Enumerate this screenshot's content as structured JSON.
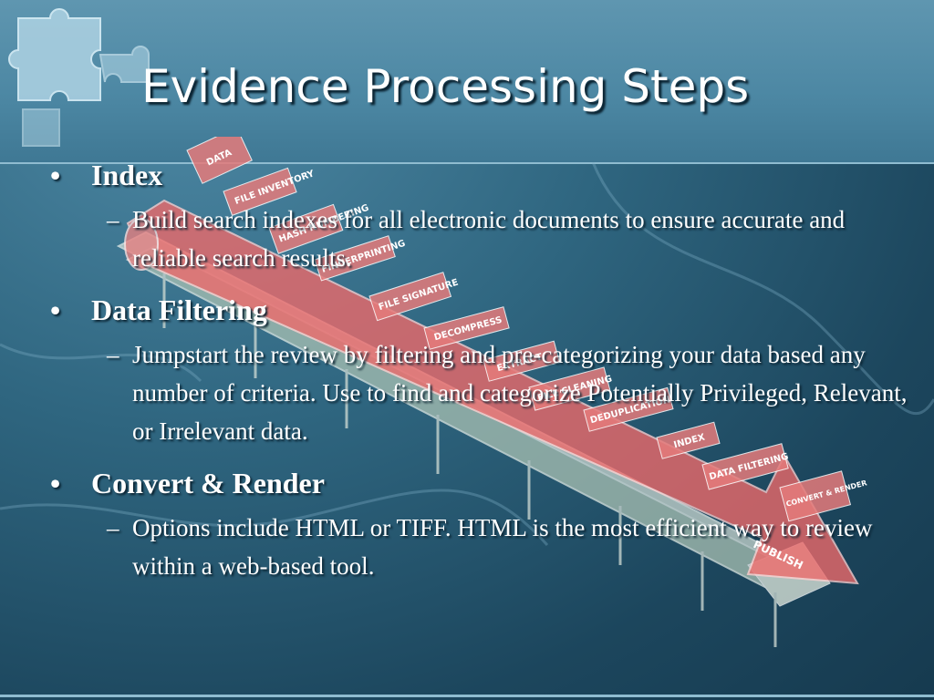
{
  "slide": {
    "title": "Evidence Processing Steps",
    "bullets": [
      {
        "heading": "Index",
        "sub": "Build search indexes for all electronic documents to ensure accurate and reliable search results."
      },
      {
        "heading": "Data Filtering",
        "sub": "Jumpstart the review by filtering and pre-categorizing your data based any number of criteria. Use to find and categorize Potentially Privileged, Relevant, or Irrelevant data."
      },
      {
        "heading": "Convert & Render",
        "sub": "Options include HTML or TIFF. HTML is the most efficient way to review within a web-based tool."
      }
    ],
    "bullet_glyph": "•",
    "dash_glyph": "–"
  },
  "diagram": {
    "stations": [
      "DATA",
      "FILE INVENTORY",
      "HASH NUMBERING",
      "FINGERPRINTING",
      "FILE SIGNATURE",
      "DECOMPRESS",
      "EXTRACT",
      "FILE CLEANING",
      "DEDUPLICATION",
      "INDEX",
      "DATA FILTERING",
      "CONVERT & RENDER",
      "PUBLISH"
    ],
    "arrow_color": "#f06a6a"
  },
  "colors": {
    "background": "#2f6680",
    "header": "#4c87a3",
    "text": "#ffffff"
  }
}
